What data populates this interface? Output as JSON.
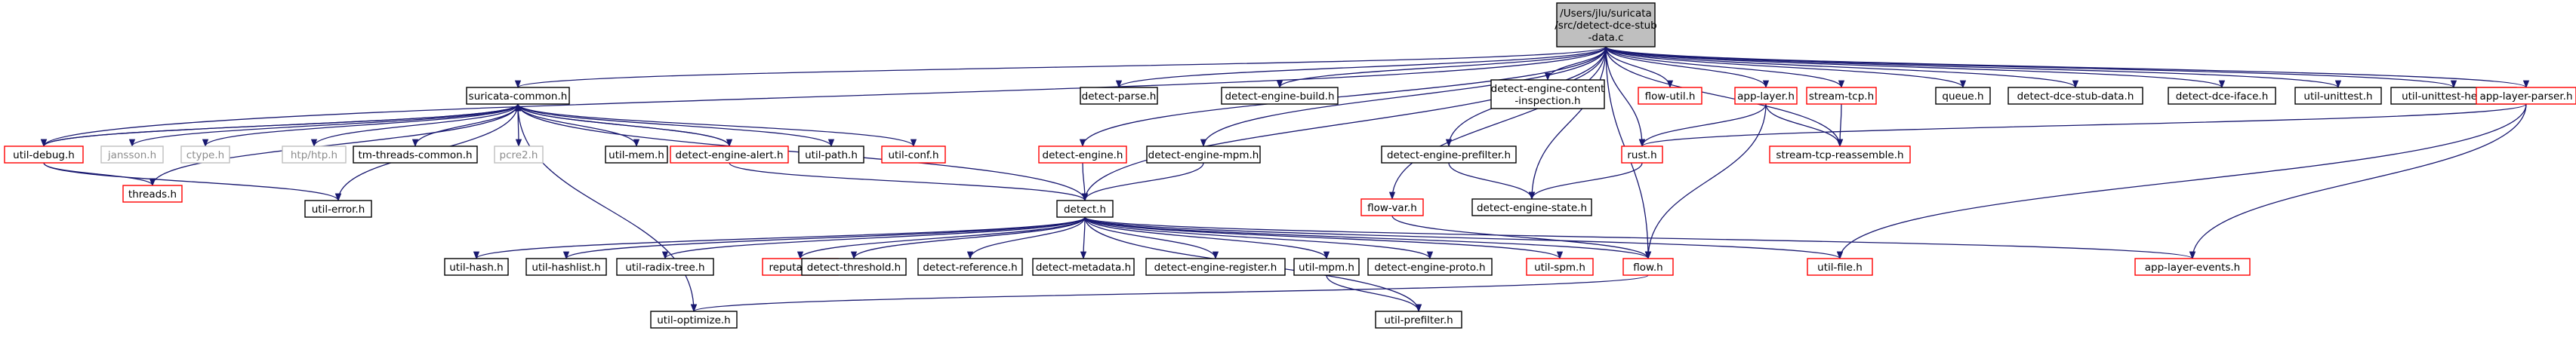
{
  "root": {
    "id": "root",
    "lines": [
      "/Users/jlu/suricata",
      "/src/detect-dce-stub",
      "-data.c"
    ]
  },
  "nodes": [
    {
      "id": "suricata_common",
      "lines": [
        "suricata-common.h"
      ],
      "style": "black"
    },
    {
      "id": "detect_parse",
      "lines": [
        "detect-parse.h"
      ],
      "style": "black"
    },
    {
      "id": "detect_engine_build",
      "lines": [
        "detect-engine-build.h"
      ],
      "style": "black"
    },
    {
      "id": "detect_engine_content",
      "lines": [
        "detect-engine-content",
        "-inspection.h"
      ],
      "style": "black"
    },
    {
      "id": "flow_util",
      "lines": [
        "flow-util.h"
      ],
      "style": "red"
    },
    {
      "id": "app_layer",
      "lines": [
        "app-layer.h"
      ],
      "style": "red"
    },
    {
      "id": "stream_tcp",
      "lines": [
        "stream-tcp.h"
      ],
      "style": "red"
    },
    {
      "id": "queue",
      "lines": [
        "queue.h"
      ],
      "style": "black"
    },
    {
      "id": "detect_dce_stub_data",
      "lines": [
        "detect-dce-stub-data.h"
      ],
      "style": "black"
    },
    {
      "id": "detect_dce_iface",
      "lines": [
        "detect-dce-iface.h"
      ],
      "style": "black"
    },
    {
      "id": "util_unittest",
      "lines": [
        "util-unittest.h"
      ],
      "style": "black"
    },
    {
      "id": "util_unittest_helper",
      "lines": [
        "util-unittest-helper.h"
      ],
      "style": "black"
    },
    {
      "id": "app_layer_parser",
      "lines": [
        "app-layer-parser.h"
      ],
      "style": "red"
    },
    {
      "id": "util_debug",
      "lines": [
        "util-debug.h"
      ],
      "style": "red"
    },
    {
      "id": "jansson",
      "lines": [
        "jansson.h"
      ],
      "style": "grey"
    },
    {
      "id": "ctype",
      "lines": [
        "ctype.h"
      ],
      "style": "grey"
    },
    {
      "id": "http_htp",
      "lines": [
        "htp/htp.h"
      ],
      "style": "grey"
    },
    {
      "id": "tm_threads_common",
      "lines": [
        "tm-threads-common.h"
      ],
      "style": "black"
    },
    {
      "id": "pcre2",
      "lines": [
        "pcre2.h"
      ],
      "style": "grey"
    },
    {
      "id": "util_mem",
      "lines": [
        "util-mem.h"
      ],
      "style": "black"
    },
    {
      "id": "detect_engine_alert",
      "lines": [
        "detect-engine-alert.h"
      ],
      "style": "red"
    },
    {
      "id": "util_path",
      "lines": [
        "util-path.h"
      ],
      "style": "black"
    },
    {
      "id": "util_conf",
      "lines": [
        "util-conf.h"
      ],
      "style": "red"
    },
    {
      "id": "detect_engine",
      "lines": [
        "detect-engine.h"
      ],
      "style": "red"
    },
    {
      "id": "detect_engine_mpm",
      "lines": [
        "detect-engine-mpm.h"
      ],
      "style": "black"
    },
    {
      "id": "detect_engine_prefilter",
      "lines": [
        "detect-engine-prefilter.h"
      ],
      "style": "black"
    },
    {
      "id": "rust",
      "lines": [
        "rust.h"
      ],
      "style": "red"
    },
    {
      "id": "stream_tcp_reassemble",
      "lines": [
        "stream-tcp-reassemble.h"
      ],
      "style": "red"
    },
    {
      "id": "threads",
      "lines": [
        "threads.h"
      ],
      "style": "red"
    },
    {
      "id": "util_error",
      "lines": [
        "util-error.h"
      ],
      "style": "black"
    },
    {
      "id": "detect",
      "lines": [
        "detect.h"
      ],
      "style": "black"
    },
    {
      "id": "flow_var",
      "lines": [
        "flow-var.h"
      ],
      "style": "red"
    },
    {
      "id": "detect_engine_state",
      "lines": [
        "detect-engine-state.h"
      ],
      "style": "black"
    },
    {
      "id": "util_hash",
      "lines": [
        "util-hash.h"
      ],
      "style": "black"
    },
    {
      "id": "util_hashlist",
      "lines": [
        "util-hashlist.h"
      ],
      "style": "black"
    },
    {
      "id": "util_radix_tree",
      "lines": [
        "util-radix-tree.h"
      ],
      "style": "black"
    },
    {
      "id": "reputation",
      "lines": [
        "reputation.h"
      ],
      "style": "red"
    },
    {
      "id": "detect_threshold",
      "lines": [
        "detect-threshold.h"
      ],
      "style": "black"
    },
    {
      "id": "detect_reference",
      "lines": [
        "detect-reference.h"
      ],
      "style": "black"
    },
    {
      "id": "detect_metadata",
      "lines": [
        "detect-metadata.h"
      ],
      "style": "black"
    },
    {
      "id": "detect_engine_register",
      "lines": [
        "detect-engine-register.h"
      ],
      "style": "black"
    },
    {
      "id": "util_mpm",
      "lines": [
        "util-mpm.h"
      ],
      "style": "black"
    },
    {
      "id": "detect_engine_proto",
      "lines": [
        "detect-engine-proto.h"
      ],
      "style": "black"
    },
    {
      "id": "util_spm",
      "lines": [
        "util-spm.h"
      ],
      "style": "red"
    },
    {
      "id": "flow",
      "lines": [
        "flow.h"
      ],
      "style": "red"
    },
    {
      "id": "util_file",
      "lines": [
        "util-file.h"
      ],
      "style": "red"
    },
    {
      "id": "app_layer_events",
      "lines": [
        "app-layer-events.h"
      ],
      "style": "red"
    },
    {
      "id": "util_optimize",
      "lines": [
        "util-optimize.h"
      ],
      "style": "black"
    },
    {
      "id": "util_prefilter",
      "lines": [
        "util-prefilter.h"
      ],
      "style": "black"
    }
  ],
  "edges": [
    [
      "root",
      "suricata_common"
    ],
    [
      "root",
      "detect_parse"
    ],
    [
      "root",
      "detect_engine_build"
    ],
    [
      "root",
      "detect_engine_content"
    ],
    [
      "root",
      "flow_util"
    ],
    [
      "root",
      "app_layer"
    ],
    [
      "root",
      "stream_tcp"
    ],
    [
      "root",
      "queue"
    ],
    [
      "root",
      "detect_dce_stub_data"
    ],
    [
      "root",
      "detect_dce_iface"
    ],
    [
      "root",
      "util_unittest"
    ],
    [
      "root",
      "util_unittest_helper"
    ],
    [
      "root",
      "app_layer_parser"
    ],
    [
      "root",
      "util_debug"
    ],
    [
      "root",
      "detect"
    ],
    [
      "root",
      "detect_engine"
    ],
    [
      "root",
      "detect_engine_mpm"
    ],
    [
      "root",
      "detect_engine_prefilter"
    ],
    [
      "root",
      "detect_engine_state"
    ],
    [
      "root",
      "flow_var"
    ],
    [
      "root",
      "rust"
    ],
    [
      "root",
      "stream_tcp_reassemble"
    ],
    [
      "root",
      "flow"
    ],
    [
      "suricata_common",
      "util_debug"
    ],
    [
      "suricata_common",
      "jansson"
    ],
    [
      "suricata_common",
      "ctype"
    ],
    [
      "suricata_common",
      "http_htp"
    ],
    [
      "suricata_common",
      "tm_threads_common"
    ],
    [
      "suricata_common",
      "pcre2"
    ],
    [
      "suricata_common",
      "util_mem"
    ],
    [
      "suricata_common",
      "detect_engine_alert"
    ],
    [
      "suricata_common",
      "util_path"
    ],
    [
      "suricata_common",
      "util_conf"
    ],
    [
      "suricata_common",
      "threads"
    ],
    [
      "suricata_common",
      "util_error"
    ],
    [
      "suricata_common",
      "util_optimize"
    ],
    [
      "util_debug",
      "suricata_common"
    ],
    [
      "util_debug",
      "threads"
    ],
    [
      "util_debug",
      "util_error"
    ],
    [
      "detect_engine_alert",
      "suricata_common"
    ],
    [
      "detect_engine_alert",
      "detect"
    ],
    [
      "detect",
      "suricata_common"
    ],
    [
      "detect",
      "util_hash"
    ],
    [
      "detect",
      "util_hashlist"
    ],
    [
      "detect",
      "util_radix_tree"
    ],
    [
      "detect",
      "reputation"
    ],
    [
      "detect",
      "detect_threshold"
    ],
    [
      "detect",
      "detect_reference"
    ],
    [
      "detect",
      "detect_metadata"
    ],
    [
      "detect",
      "detect_engine_register"
    ],
    [
      "detect",
      "util_mpm"
    ],
    [
      "detect",
      "detect_engine_proto"
    ],
    [
      "detect",
      "util_spm"
    ],
    [
      "detect",
      "flow"
    ],
    [
      "detect",
      "util_file"
    ],
    [
      "detect",
      "app_layer_events"
    ],
    [
      "detect",
      "util_prefilter"
    ],
    [
      "detect_engine",
      "detect"
    ],
    [
      "detect_engine_mpm",
      "detect"
    ],
    [
      "detect_engine_prefilter",
      "detect_engine_state"
    ],
    [
      "app_layer",
      "rust"
    ],
    [
      "app_layer",
      "stream_tcp_reassemble"
    ],
    [
      "app_layer",
      "flow"
    ],
    [
      "stream_tcp",
      "stream_tcp_reassemble"
    ],
    [
      "rust",
      "detect_engine_state"
    ],
    [
      "flow_var",
      "flow"
    ],
    [
      "app_layer_parser",
      "rust"
    ],
    [
      "app_layer_parser",
      "util_file"
    ],
    [
      "app_layer_parser",
      "app_layer_events"
    ],
    [
      "util_mpm",
      "util_prefilter"
    ],
    [
      "flow",
      "util_optimize"
    ]
  ]
}
